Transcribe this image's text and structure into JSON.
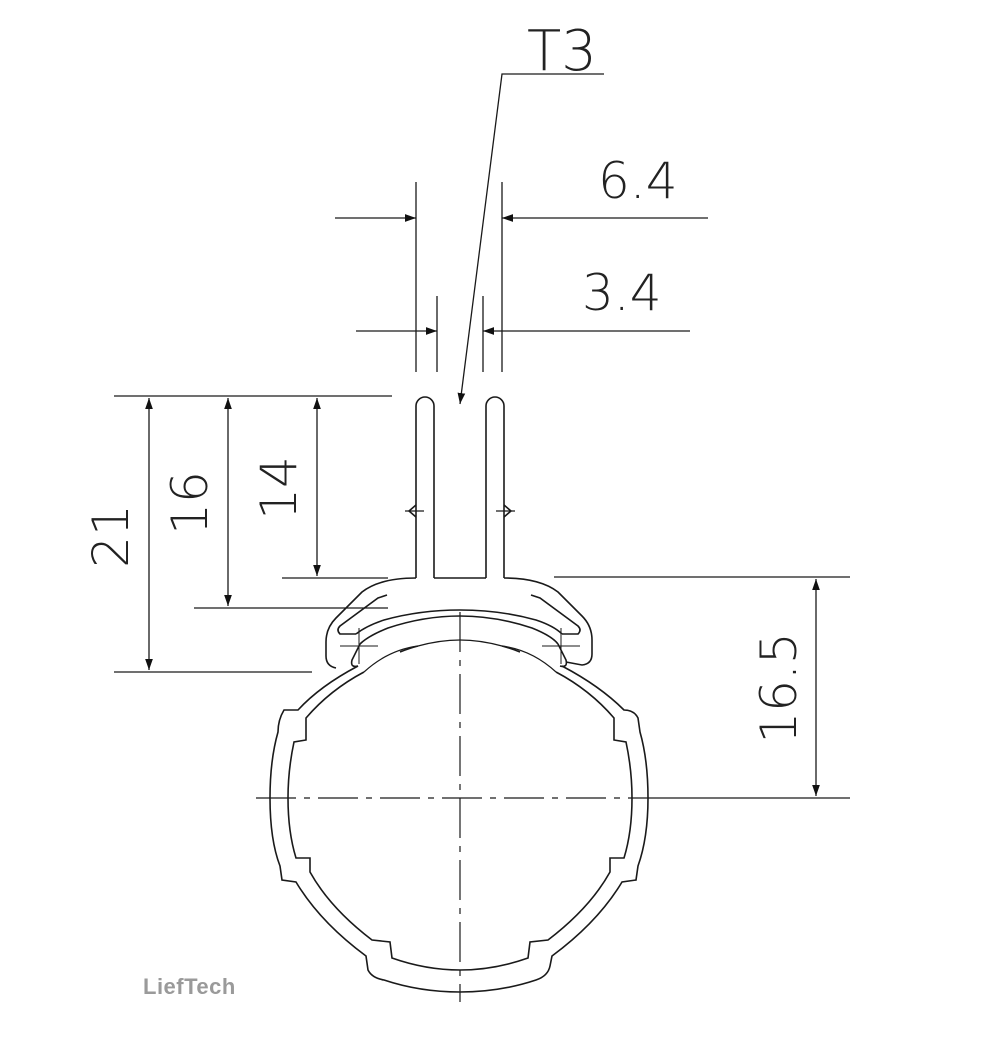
{
  "drawing": {
    "part_label": "T3",
    "dimensions": {
      "outer_width": "6.4",
      "slot_width": "3.4",
      "overall_height": "21",
      "mid_height": "16",
      "fin_height": "14",
      "center_offset": "16.5"
    },
    "watermark": "LiefTech"
  },
  "colors": {
    "line": "#1a1a1a",
    "watermark": "#9a9a9a",
    "background": "#ffffff"
  }
}
